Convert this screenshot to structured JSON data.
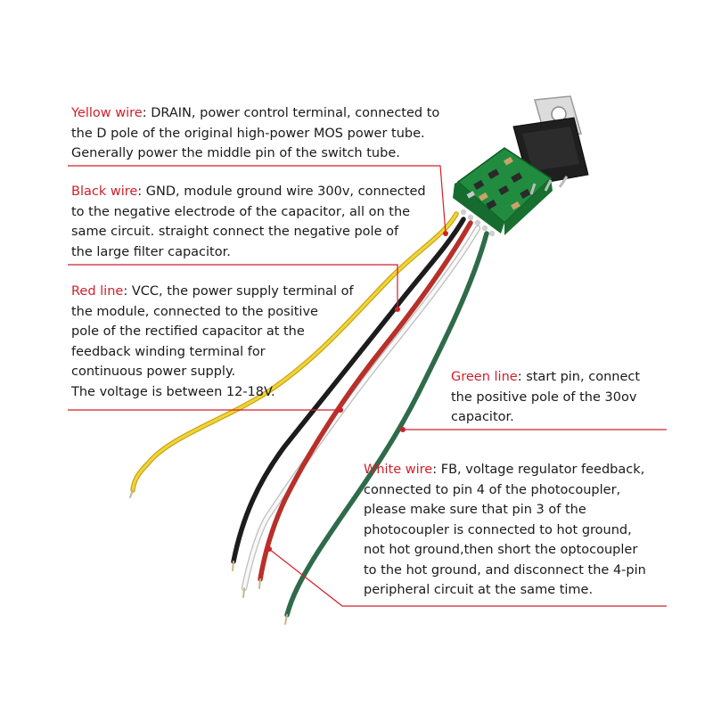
{
  "colors": {
    "accent_red": "#d0202a",
    "text": "#1a1a1a",
    "wire_yellow": "#e2c21a",
    "wire_black": "#1c1c1c",
    "wire_red": "#b8302a",
    "wire_white": "#f4f4f4",
    "wire_green": "#2f6b4a",
    "pcb_green": "#1f8a3c"
  },
  "annotations": {
    "yellow": {
      "label": "Yellow wire",
      "first_line": ": DRAIN, power control terminal, connected to",
      "lines": [
        "the D pole of the original high-power MOS power tube.",
        "Generally power the middle pin of the switch tube."
      ]
    },
    "black": {
      "label": "Black wire",
      "first_line": ": GND, module ground wire 300v, connected",
      "lines": [
        "to the negative electrode of the capacitor, all on the",
        "same circuit. straight connect the negative pole of",
        "the large filter capacitor."
      ]
    },
    "red": {
      "label": "Red line",
      "first_line": ": VCC, the power supply terminal of",
      "lines": [
        "the module, connected to the positive",
        "pole of the rectified capacitor at the",
        "feedback winding terminal for",
        "continuous power supply.",
        "The voltage is between 12-18V."
      ]
    },
    "green": {
      "label": "Green line",
      "first_line": ": start pin, connect",
      "lines": [
        "the positive pole of the 30ov",
        "capacitor."
      ]
    },
    "white": {
      "label": "White wire",
      "first_line": ": FB, voltage regulator feedback,",
      "lines": [
        "connected to pin 4 of the photocoupler,",
        "please make sure that pin 3 of the",
        "photocoupler is connected to hot ground,",
        "not hot ground,then short the optocoupler",
        "to the hot ground, and disconnect the 4-pin",
        "peripheral circuit at the same time."
      ]
    }
  }
}
